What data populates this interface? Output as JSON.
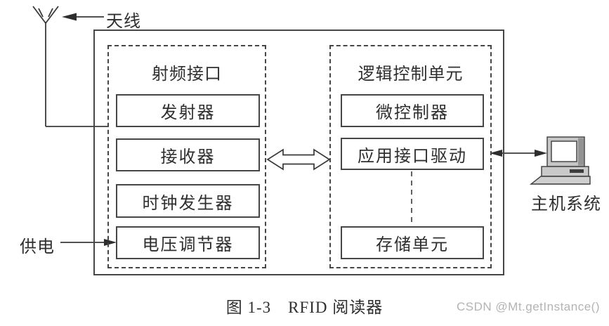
{
  "figure": {
    "caption": "图 1-3　RFID 阅读器",
    "labels": {
      "antenna": "天线",
      "power": "供电",
      "host": "主机系统"
    },
    "rf_section": {
      "title": "射频接口",
      "blocks": [
        {
          "label": "发射器"
        },
        {
          "label": "接收器"
        },
        {
          "label": "时钟发生器"
        },
        {
          "label": "电压调节器"
        }
      ]
    },
    "logic_section": {
      "title": "逻辑控制单元",
      "blocks": [
        {
          "label": "微控制器"
        },
        {
          "label": "应用接口驱动"
        },
        {
          "label": "存储单元"
        }
      ]
    },
    "icons": {
      "antenna_icon": "antenna-mast",
      "host_icon": "desktop-computer"
    },
    "connections": [
      {
        "from": "天线",
        "to": "射频接口",
        "type": "line"
      },
      {
        "from": "射频接口",
        "to": "逻辑控制单元",
        "type": "hollow-double-arrow"
      },
      {
        "from": "应用接口驱动",
        "to": "存储单元",
        "type": "dashed-line"
      },
      {
        "from": "逻辑控制单元",
        "to": "主机系统",
        "type": "double-headed-arrow"
      },
      {
        "from": "供电",
        "to": "电压调节器",
        "type": "arrow"
      }
    ],
    "colors": {
      "line": "#3a3a3a",
      "border": "#464646",
      "background": "#ffffff",
      "watermark_text": "#b3b3b3"
    }
  },
  "watermark": "CSDN @Mt.getInstance()"
}
